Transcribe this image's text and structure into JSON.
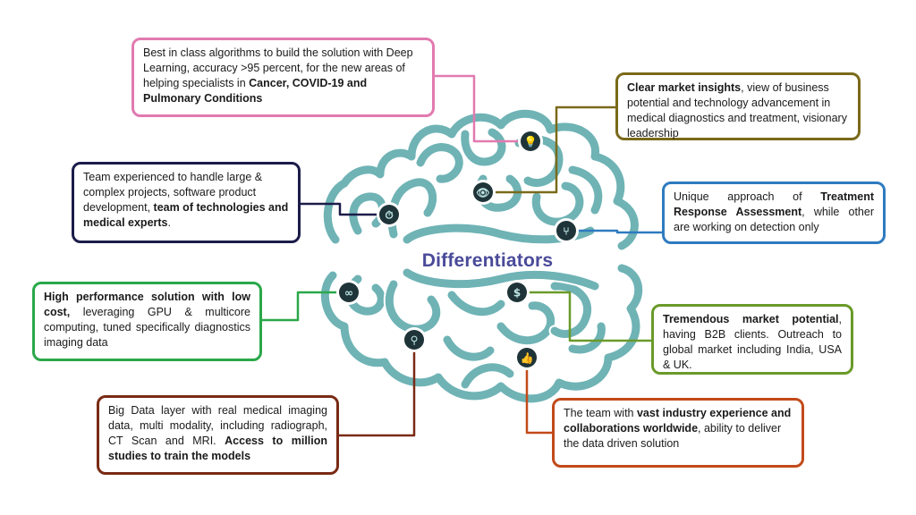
{
  "center": {
    "title": "Differentiators"
  },
  "colors": {
    "brain": "#6fb3b5",
    "node": "#1f3438",
    "pink": "#e27ab0",
    "olive": "#7a6a1a",
    "navy": "#1c1c4a",
    "blue": "#2e7bbf",
    "green": "#2aa84a",
    "lightgreen": "#6a9a2a",
    "brown": "#7a2a14",
    "orange": "#c24a1a",
    "title": "#4a4a9a"
  },
  "boxes": [
    {
      "id": "algorithms",
      "segments": [
        {
          "t": "Best in class algorithms to build the solution with Deep Learning, accuracy >95 percent, for the new areas of helping specialists in ",
          "b": false
        },
        {
          "t": "Cancer, COVID-19 and Pulmonary Conditions",
          "b": true
        }
      ]
    },
    {
      "id": "insights",
      "segments": [
        {
          "t": "Clear market insights",
          "b": true
        },
        {
          "t": ", view of business potential and technology advancement in medical diagnostics and treatment, visionary leadership",
          "b": false
        }
      ]
    },
    {
      "id": "team",
      "segments": [
        {
          "t": "Team experienced to handle large & complex projects, software product development, ",
          "b": false
        },
        {
          "t": "team of technologies and medical experts",
          "b": true
        },
        {
          "t": ".",
          "b": false
        }
      ]
    },
    {
      "id": "treatment",
      "segments": [
        {
          "t": "Unique approach of ",
          "b": false
        },
        {
          "t": "Treatment Response Assessment",
          "b": true
        },
        {
          "t": ", while other are working on detection only",
          "b": false
        }
      ]
    },
    {
      "id": "performance",
      "segments": [
        {
          "t": "High performance solution with low cost,",
          "b": true
        },
        {
          "t": " leveraging GPU & multicore computing, tuned specifically diagnostics imaging data",
          "b": false
        }
      ]
    },
    {
      "id": "market",
      "segments": [
        {
          "t": "Tremendous market potential",
          "b": true
        },
        {
          "t": ", having B2B clients. Outreach to global market including India, USA & UK.",
          "b": false
        }
      ]
    },
    {
      "id": "bigdata",
      "segments": [
        {
          "t": "Big Data layer with real medical imaging data, multi modality, including radiograph, CT Scan  and MRI. ",
          "b": false
        },
        {
          "t": "Access to million studies to train the models",
          "b": true
        }
      ]
    },
    {
      "id": "experience",
      "segments": [
        {
          "t": "The team with ",
          "b": false
        },
        {
          "t": "vast industry experience and collaborations worldwide",
          "b": true
        },
        {
          "t": ", ability to deliver the data driven solution",
          "b": false
        }
      ]
    }
  ],
  "icons": [
    {
      "id": "bulb",
      "name": "lightbulb-icon"
    },
    {
      "id": "eye",
      "name": "eye-icon"
    },
    {
      "id": "timer",
      "name": "stopwatch-icon"
    },
    {
      "id": "share",
      "name": "usb-share-icon"
    },
    {
      "id": "glasses",
      "name": "glasses-icon"
    },
    {
      "id": "dollar",
      "name": "dollar-cycle-icon"
    },
    {
      "id": "search",
      "name": "magnifier-icon"
    },
    {
      "id": "thumb",
      "name": "thumbs-up-icon"
    }
  ]
}
